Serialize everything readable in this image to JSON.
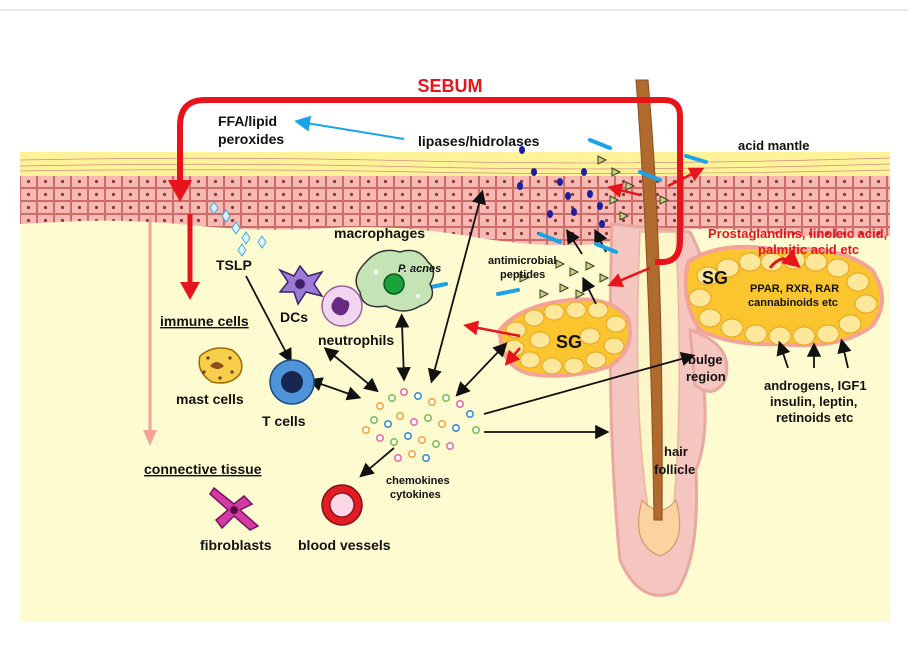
{
  "labels": {
    "sebum": "SEBUM",
    "ffa_line1": "FFA/lipid",
    "ffa_line2": "peroxides",
    "lipases": "lipases/hidrolases",
    "acid_mantle": "acid mantle",
    "prostaglandins_line1": "Prostaglandins, linoleic acid,",
    "prostaglandins_line2": "palmitic acid etc",
    "tslp": "TSLP",
    "macrophages": "macrophages",
    "p_acnes": "P. acnes",
    "antimicrobial_line1": "antimicrobial",
    "antimicrobial_line2": "peptides",
    "sg_left": "SG",
    "sg_right": "SG",
    "receptors_line1": "PPAR, RXR, RAR",
    "receptors_line2": "cannabinoids etc",
    "hormones_line1": "androgens, IGF1",
    "hormones_line2": "insulin, leptin,",
    "hormones_line3": "retinoids etc",
    "immune_cells": "immune cells",
    "dcs": "DCs",
    "neutrophils": "neutrophils",
    "mast_cells": "mast cells",
    "t_cells": "T cells",
    "bulge_line1": "bulge",
    "bulge_line2": "region",
    "hair_line1": "hair",
    "hair_line2": "follicle",
    "connective_tissue": "connective tissue",
    "chemokines_line1": "chemokines",
    "chemokines_line2": "cytokines",
    "fibroblasts": "fibroblasts",
    "blood_vessels": "blood vessels"
  },
  "colors": {
    "dermis": "#fffbd0",
    "stratum_corneum": "#fff39a",
    "skin_cell_fill": "#f8b8b4",
    "skin_cell_border": "#c0504d",
    "sebum_arrow": "#e8141b",
    "blue_arrow": "#1aa3e8",
    "sebocyte": "#fbc52f",
    "follicle": "#f5c6c0",
    "hair_shaft": "#b06a2e"
  },
  "icons": {
    "macrophage": "macrophage-cell-icon",
    "dendritic_cell": "dendritic-cell-icon",
    "neutrophil": "neutrophil-cell-icon",
    "mast_cell": "mast-cell-icon",
    "t_cell": "t-cell-icon",
    "fibroblast": "fibroblast-cell-icon",
    "blood_vessel": "blood-vessel-icon",
    "bacteria": "bacteria-icon",
    "peptide": "triangle-peptide-icon"
  }
}
